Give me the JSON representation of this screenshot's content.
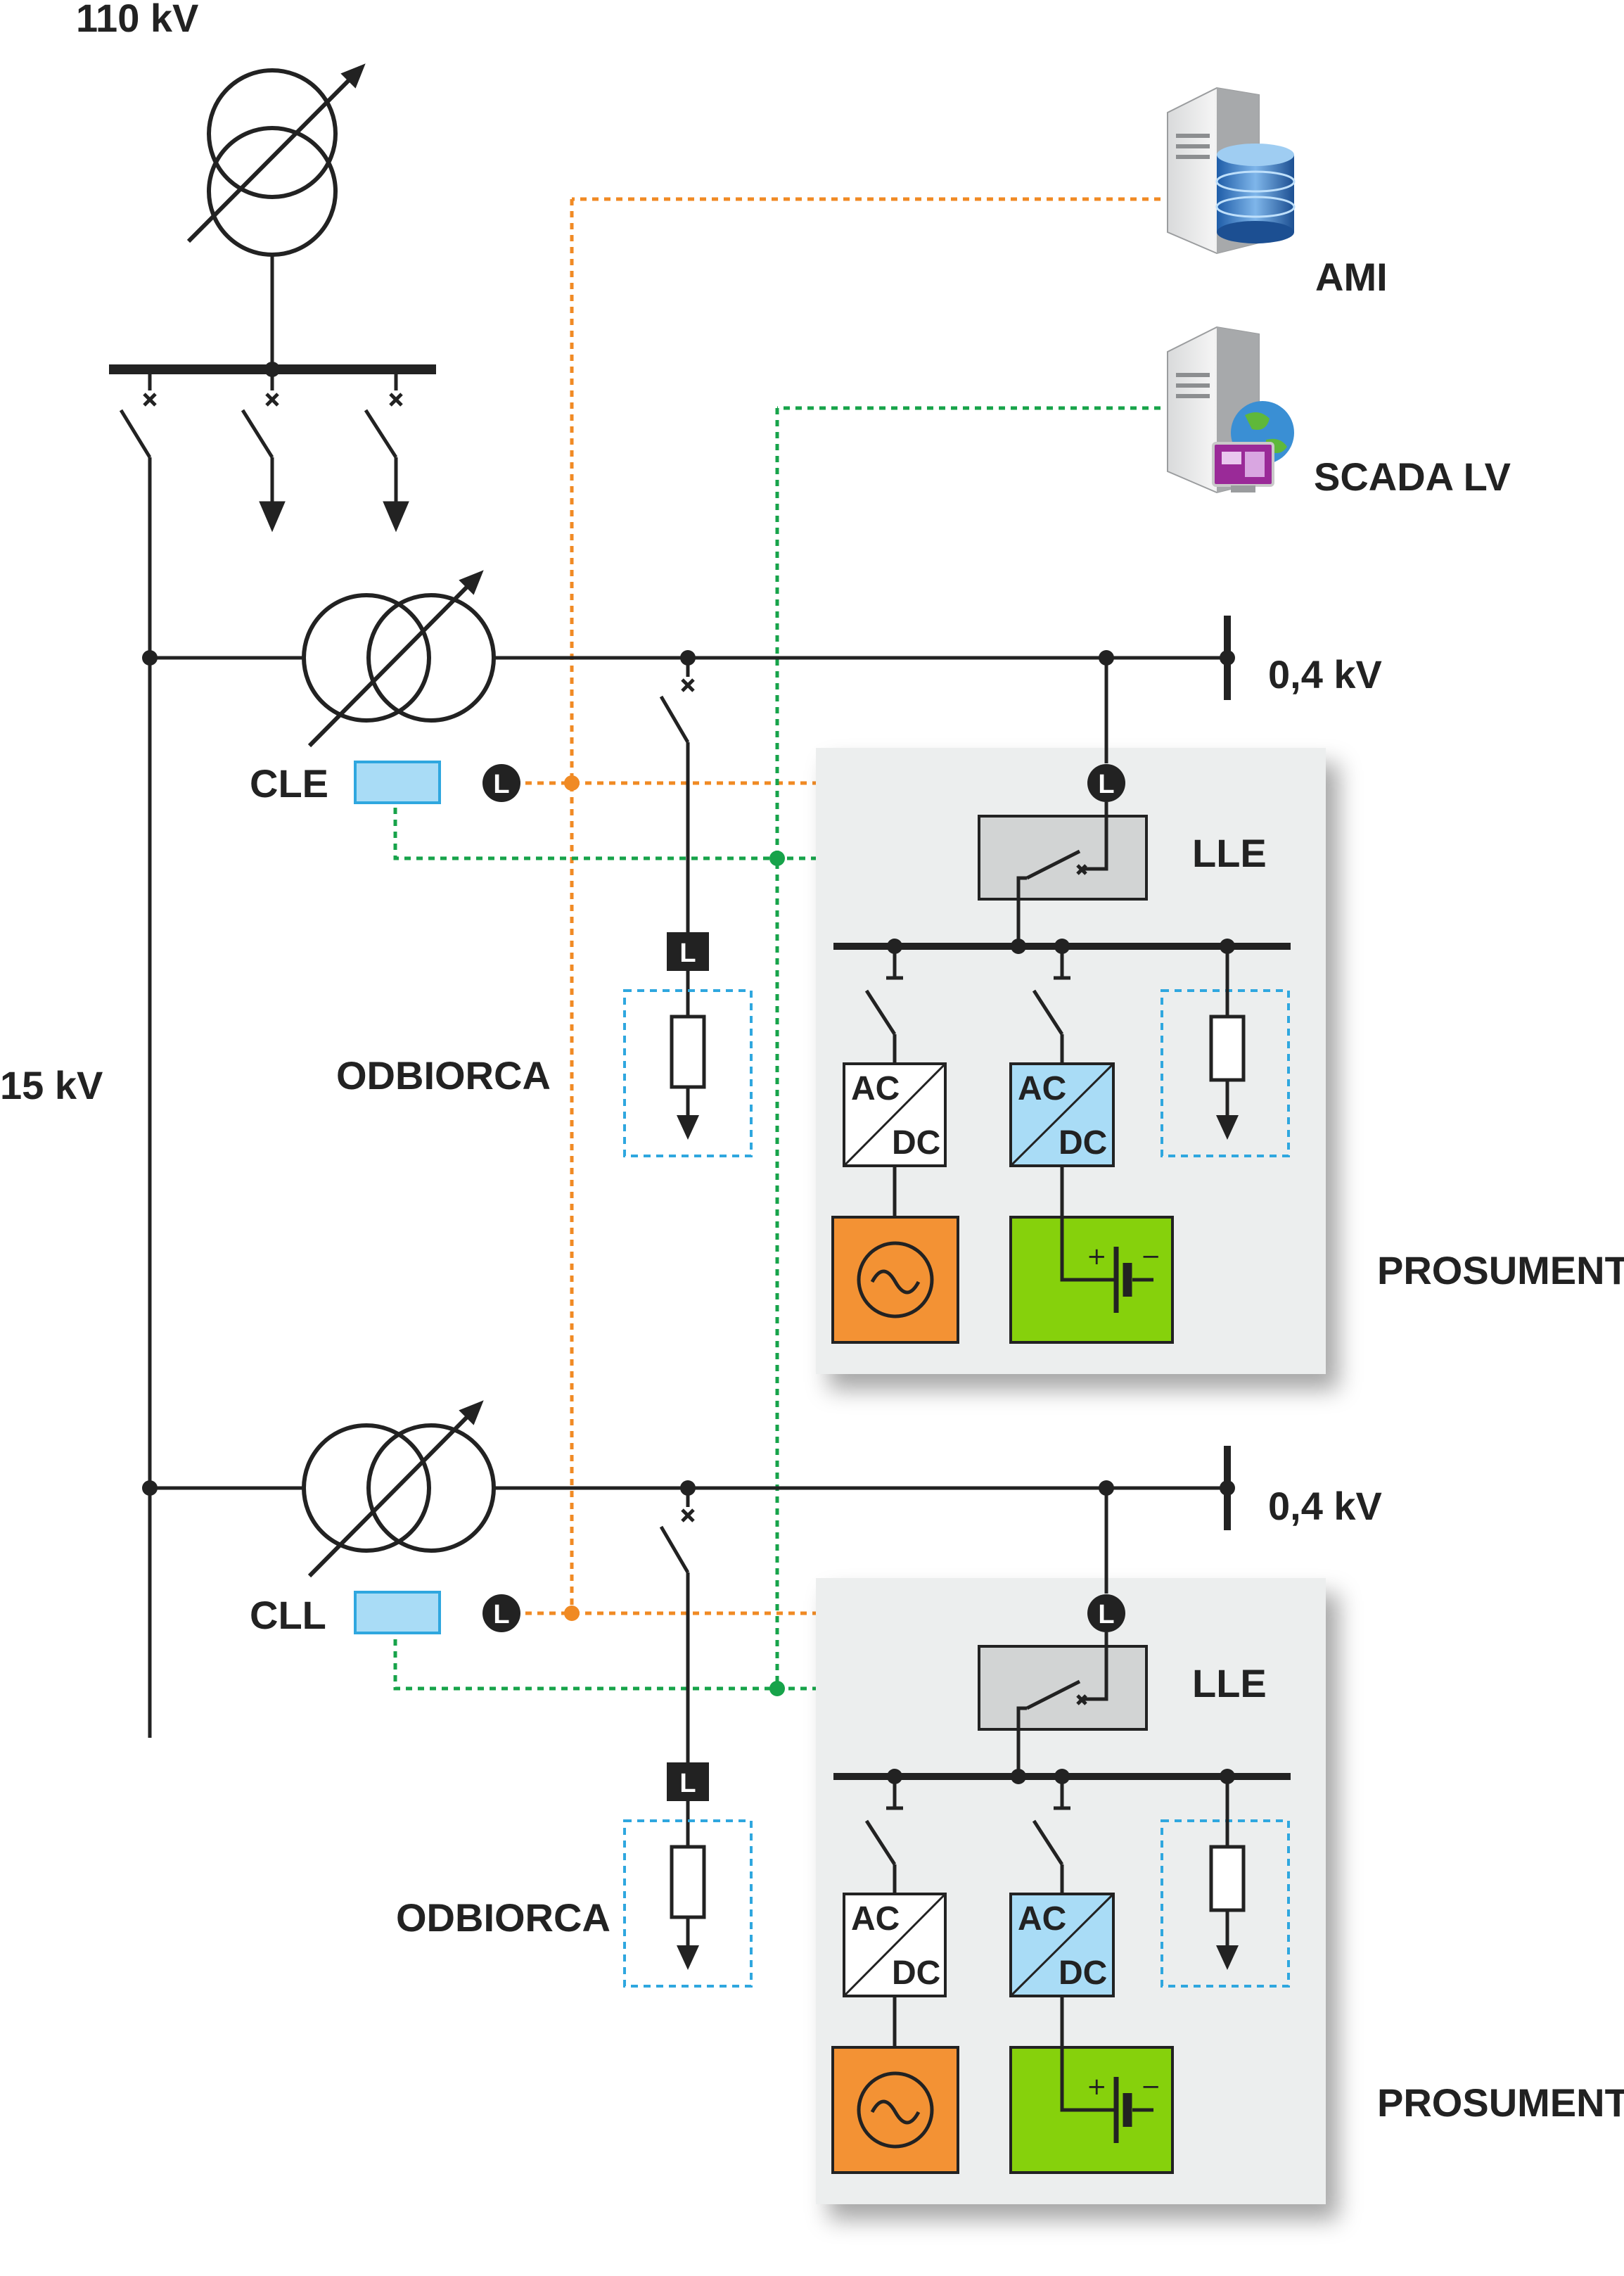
{
  "labels": {
    "hv": "110 kV",
    "mv": "15 kV",
    "ami": "AMI",
    "scada": "SCADA LV",
    "lv_1": "0,4 kV",
    "lv_2": "0,4 kV",
    "cle": "CLE",
    "cll": "CLL",
    "lle_1": "LLE",
    "lle_2": "LLE",
    "odbiorca_1": "ODBIORCA",
    "odbiorca_2": "ODBIORCA",
    "prosument_1": "PROSUMENT",
    "prosument_2": "PROSUMENT"
  },
  "marks": {
    "meter": "L"
  },
  "converter": {
    "ac": "AC",
    "dc": "DC"
  },
  "battery": {
    "plus": "+",
    "minus": "−"
  },
  "colors": {
    "line": "#222222",
    "ami_link": "#f08a24",
    "scada_link": "#17a34a",
    "consumer_box": "#2fa7df",
    "panel": "#eceeee",
    "controller": "#a9dcf6",
    "generator": "#f39234",
    "storage": "#86d10c",
    "converter_dc": "#a9dcf6",
    "lle_box": "#d2d4d4"
  },
  "icons": [
    "server-icon",
    "database-icon",
    "monitor-icon",
    "globe-icon",
    "transformer-icon",
    "ac-source-icon",
    "battery-icon",
    "load-icon",
    "switch-icon"
  ]
}
